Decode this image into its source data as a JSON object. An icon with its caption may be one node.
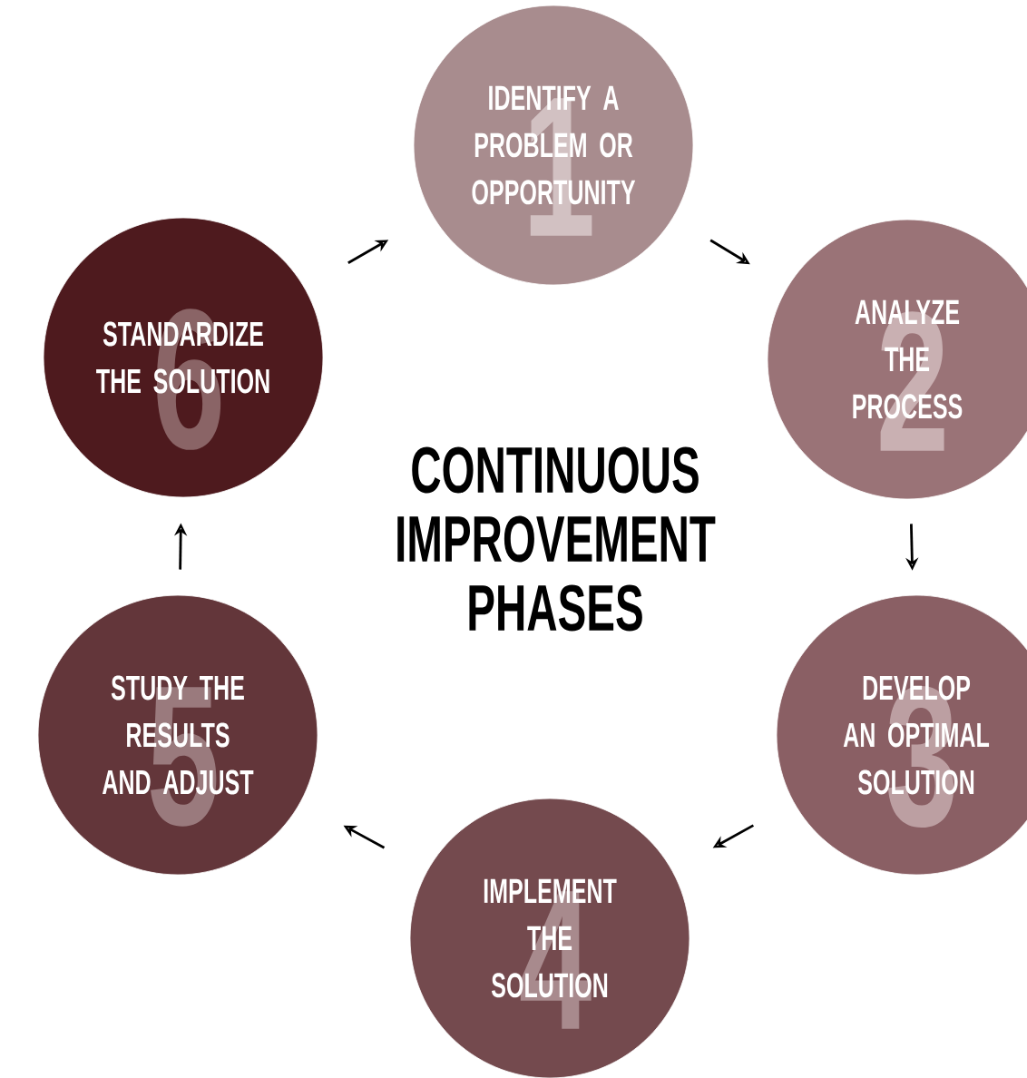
{
  "diagram": {
    "title": "CONTINUOUS IMPROVEMENT PHASES",
    "nodes": [
      {
        "text": [
          "IDENTIFY A PROBLEM OR OPPORTUNITY",
          "1"
        ]
      },
      {
        "text": [
          "ANALYZE THE PROCESS",
          "2"
        ]
      },
      {
        "text": [
          "DEVELOP AN OPTIMAL SOLUTION",
          "3"
        ]
      },
      {
        "text": [
          "IMPLEMENT THE SOLUTION",
          "4"
        ]
      },
      {
        "text": [
          "STUDY THE RESULTS AND ADJUST",
          "5"
        ]
      },
      {
        "text": [
          "STANDARDIZE THE SOLUTION",
          "6"
        ]
      }
    ],
    "edges": [
      {
        "from": 0,
        "to": 1,
        "arrow": "to"
      },
      {
        "from": 1,
        "to": 2,
        "arrow": "to"
      },
      {
        "from": 2,
        "to": 3,
        "arrow": "to"
      },
      {
        "from": 3,
        "to": 4,
        "arrow": "to"
      },
      {
        "from": 4,
        "to": 5,
        "arrow": "to"
      },
      {
        "from": 5,
        "to": 0,
        "arrow": "to"
      }
    ]
  }
}
